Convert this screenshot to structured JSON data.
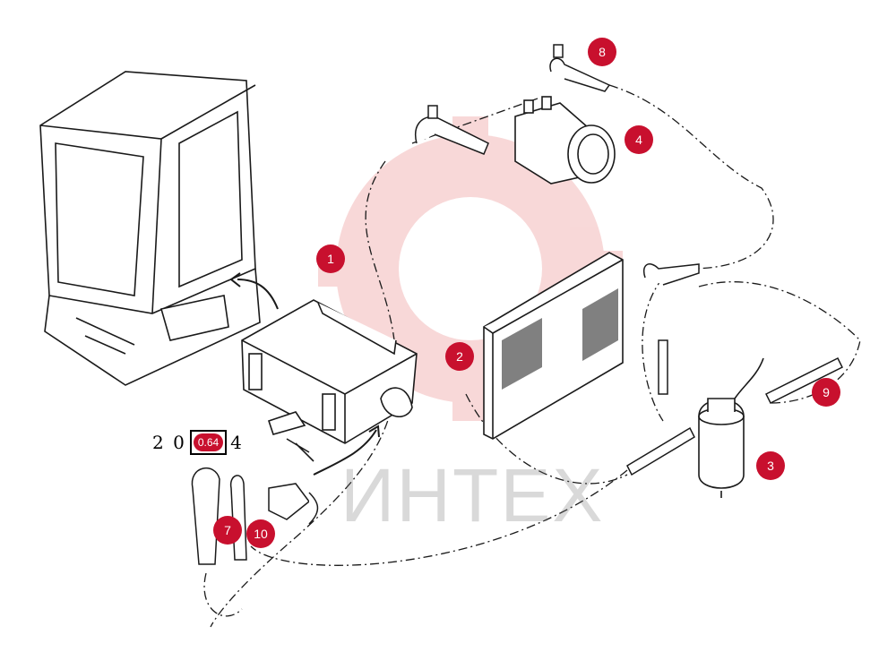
{
  "colors": {
    "callout_fill": "#c8102e",
    "line": "#1a1a1a",
    "watermark": "#e8a0a0"
  },
  "watermark": {
    "text": "ИНТЕХ"
  },
  "ref_code": {
    "prefix": "2 0",
    "badge": "0.64",
    "suffix": "4"
  },
  "callouts": [
    {
      "id": "1",
      "label": "1"
    },
    {
      "id": "2",
      "label": "2"
    },
    {
      "id": "3",
      "label": "3"
    },
    {
      "id": "4",
      "label": "4"
    },
    {
      "id": "7",
      "label": "7"
    },
    {
      "id": "8",
      "label": "8"
    },
    {
      "id": "9",
      "label": "9"
    },
    {
      "id": "10",
      "label": "10"
    }
  ],
  "icons": [
    "cab-icon",
    "evaporator-unit-icon",
    "condenser-icon",
    "receiver-drier-icon",
    "compressor-icon",
    "hose-fitting-icon"
  ]
}
